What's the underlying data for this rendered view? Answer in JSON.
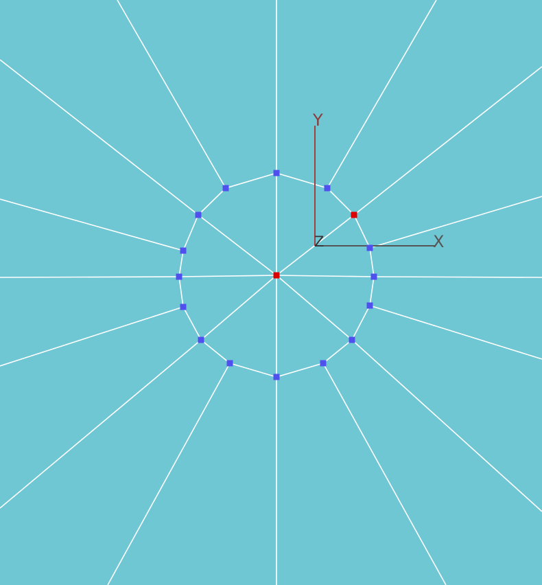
{
  "viewport": {
    "background": "#70c7d4",
    "edge_color": "#ffffff",
    "vertex_color": "#5050ee",
    "selected_vertex_color": "#dd0000"
  },
  "gizmo": {
    "x_label": "X",
    "y_label": "Y",
    "z_label": "Z",
    "x_axis_color": "#555555",
    "y_axis_color": "#a04040"
  }
}
